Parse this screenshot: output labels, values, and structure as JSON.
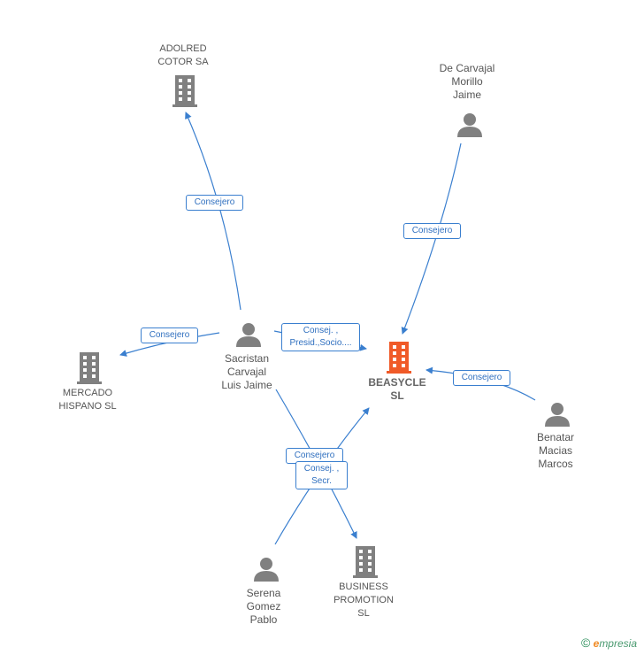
{
  "nodes": {
    "adolred": {
      "label": "ADOLRED\nCOTOR SA",
      "kind": "company"
    },
    "de_carvajal": {
      "label": "De Carvajal\nMorillo\nJaime",
      "kind": "person"
    },
    "sacristan": {
      "label": "Sacristan\nCarvajal\nLuis Jaime",
      "kind": "person"
    },
    "mercado": {
      "label": "MERCADO\nHISPANO SL",
      "kind": "company"
    },
    "beasycle": {
      "label": "BEASYCLE\nSL",
      "kind": "company-highlight"
    },
    "benatar": {
      "label": "Benatar\nMacias\nMarcos",
      "kind": "person"
    },
    "serena": {
      "label": "Serena\nGomez\nPablo",
      "kind": "person"
    },
    "business": {
      "label": "BUSINESS\nPROMOTION\nSL",
      "kind": "company"
    }
  },
  "relations": {
    "sacristan_adolred": "Consejero",
    "decarvajal_beasycle": "Consejero",
    "sacristan_mercado": "Consejero",
    "sacristan_beasycle": "Consej. ,\nPresid.,Socio....",
    "benatar_beasycle": "Consejero",
    "serena_beasycle": "Consejero",
    "serena_business": "Consej. ,\nSecr."
  },
  "colors": {
    "edge": "#3a7fcf",
    "node_icon": "#808080",
    "highlight_icon": "#f05a28"
  },
  "icons": {
    "company": "building-icon",
    "person": "person-icon"
  },
  "brand": {
    "copyright": "©",
    "initial": "e",
    "name": "mpresia"
  }
}
